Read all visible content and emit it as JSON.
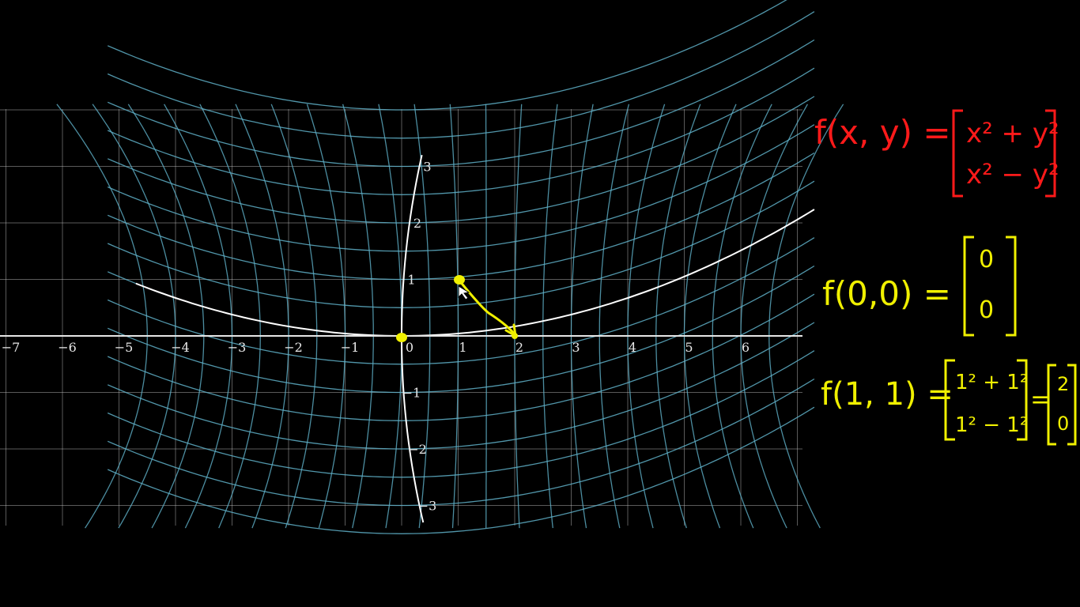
{
  "plot": {
    "x_ticks": [
      "−7",
      "−6",
      "−5",
      "−4",
      "−3",
      "−2",
      "−1",
      "0",
      "1",
      "2",
      "3",
      "4",
      "5",
      "6"
    ],
    "y_ticks": [
      "3",
      "2",
      "1",
      "−1",
      "−2",
      "−3"
    ],
    "colors": {
      "background": "#000000",
      "grid": "#c8c8c8",
      "transformed_grid": "#5fb0c8",
      "image_axes": "#ffffff",
      "annotation": "#f0f000"
    }
  },
  "annotations": {
    "function_def": {
      "lhs": "f(x, y) =",
      "row1": "x² + y²",
      "row2": "x² − y²",
      "color": "#ff1a1a"
    },
    "eval_origin": {
      "lhs": "f(0,0) =",
      "row1": "0",
      "row2": "0",
      "color": "#f0f000"
    },
    "eval_one": {
      "lhs": "f(1, 1) =",
      "mid_row1": "1² + 1²",
      "mid_row2": "1² − 1²",
      "eq": "=",
      "res_row1": "2",
      "res_row2": "0",
      "color": "#f0f000"
    }
  }
}
